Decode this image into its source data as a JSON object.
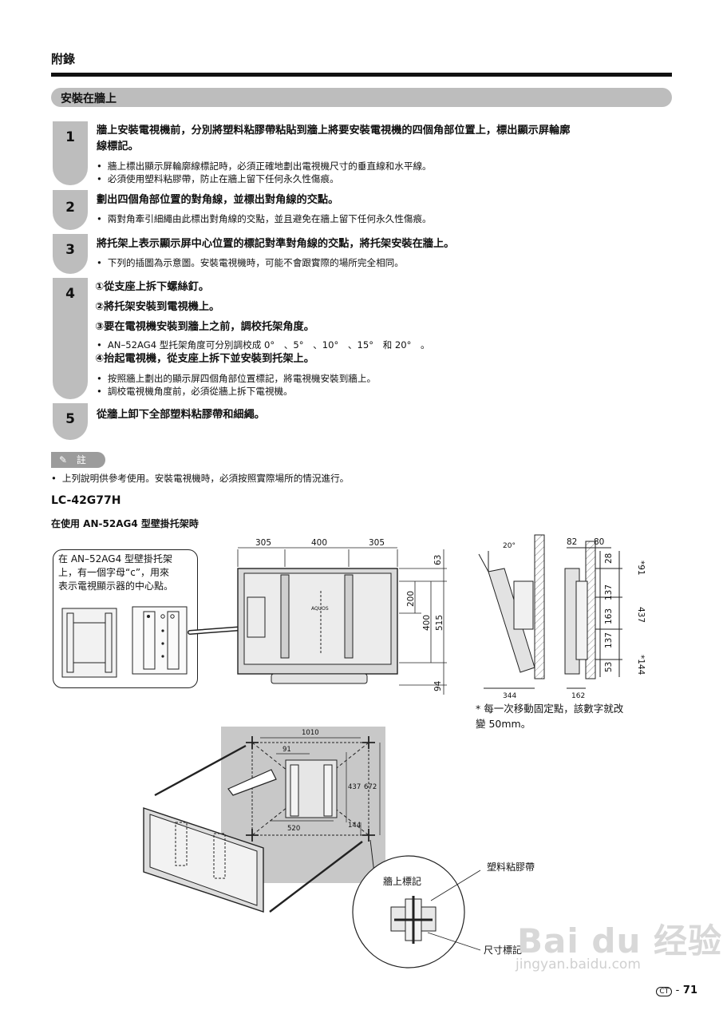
{
  "header": {
    "section": "附錄"
  },
  "section_title": "安裝在牆上",
  "steps": [
    {
      "num": "1",
      "title": "牆上安裝電視機前，分別將塑料粘膠帶粘貼到牆上將要安裝電視機的四個角部位置上，標出顯示屏輪廓線標記。",
      "title_line1": "牆上安裝電視機前，分別將塑料粘膠帶粘貼到牆上將要安裝電視機的四個角部位置上，標出顯示屏輪廓",
      "title_line2": "線標記。",
      "bullets": [
        "牆上標出顯示屏輪廓線標記時，必須正確地劃出電視機尺寸的垂直線和水平線。",
        "必須使用塑料粘膠帶，防止在牆上留下任何永久性傷痕。"
      ]
    },
    {
      "num": "2",
      "title": "劃出四個角部位置的對角線，並標出對角線的交點。",
      "bullets": [
        "兩對角牽引細繩由此標出對角線的交點，並且避免在牆上留下任何永久性傷痕。"
      ]
    },
    {
      "num": "3",
      "title": "將托架上表示顯示屏中心位置的標記對準對角線的交點，將托架安裝在牆上。",
      "bullets": [
        "下列的插圖為示意圖。安裝電視機時，可能不會跟實際的場所完全相同。"
      ]
    },
    {
      "num": "4",
      "sub1": "①從支座上拆下螺絲釘。",
      "sub2": "②將托架安裝到電視機上。",
      "sub3": "③要在電視機安裝到牆上之前，調校托架角度。",
      "bullet3": "AN–52AG4 型托架角度可分別調校成 0°　、5°　、10°　、15°　和 20°　。",
      "sub4": "④抬起電視機，從支座上拆下並安裝到托架上。",
      "bullets4": [
        "按照牆上劃出的顯示屏四個角部位置標記，將電視機安裝到牆上。",
        "調校電視機角度前，必須從牆上拆下電視機。"
      ]
    },
    {
      "num": "5",
      "title": "從牆上卸下全部塑料粘膠帶和細繩。"
    }
  ],
  "note": {
    "label": "註",
    "text": "上列說明供參考使用。安裝電視機時，必須按照實際場所的情況進行。"
  },
  "model": "LC-42G77H",
  "usage_title": "在使用 AN-52AG4 型壁掛托架時",
  "callout": "在 AN–52AG4 型壁掛托架上，有一個字母“c”，用來表示電視顯示器的中心點。",
  "callout_lines": [
    "在 AN–52AG4 型壁掛托架",
    "上，有一個字母“c”，用來",
    "表示電視顯示器的中心點。"
  ],
  "front_dims": {
    "top": [
      "305",
      "400",
      "305"
    ],
    "right1": [
      "63",
      "200",
      "400",
      "94"
    ],
    "right2": [
      "515"
    ]
  },
  "side_dims": {
    "angle": "20°",
    "top": [
      "82",
      "80"
    ],
    "right": [
      "28",
      "137",
      "163",
      "137",
      "53"
    ],
    "far_right": [
      "*91",
      "437",
      "*144"
    ],
    "bottom": [
      "344",
      "162"
    ]
  },
  "brand": "AQUOS",
  "footnote_lines": [
    "* 每一次移動固定點，該數字就改",
    "變 50mm。"
  ],
  "wall_dims": {
    "w1": "1010",
    "w2": "91",
    "h1": "437",
    "h2": "672",
    "w3": "520",
    "h3": "144"
  },
  "labels": {
    "wall_mark": "牆上標記",
    "tape": "塑料粘膠帶",
    "size_mark": "尺寸標記"
  },
  "page": {
    "code": "CT",
    "sep": "-",
    "number": "71"
  },
  "watermark": {
    "text": "Bai du 经验",
    "url": "jingyan.baidu.com"
  }
}
